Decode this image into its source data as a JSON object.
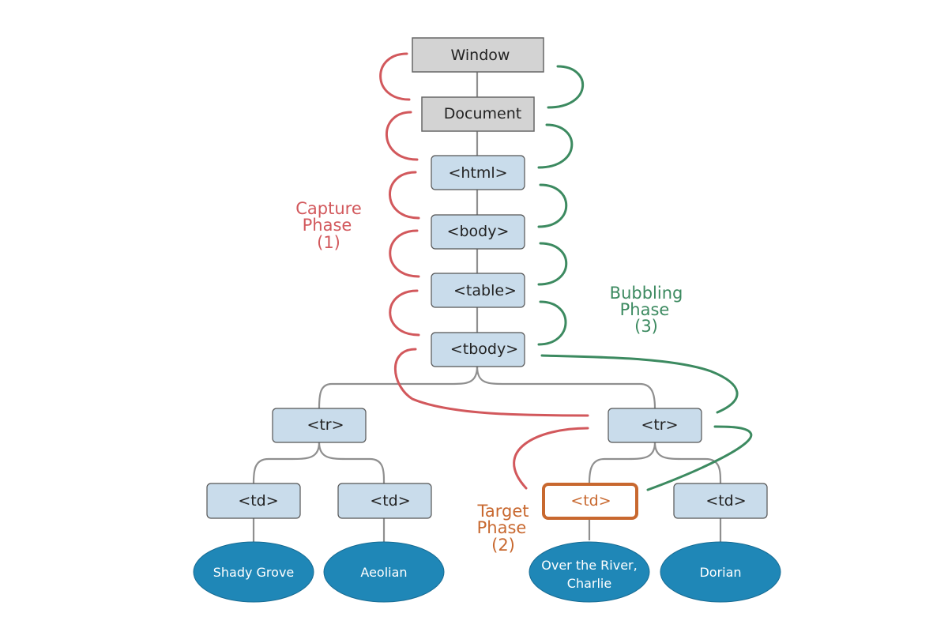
{
  "nodes": {
    "window": "Window",
    "document": "Document",
    "html": "<html>",
    "body": "<body>",
    "table": "<table>",
    "tbody": "<tbody>",
    "tr_left": "<tr>",
    "tr_right": "<tr>",
    "td_1": "<td>",
    "td_2": "<td>",
    "td_target": "<td>",
    "td_4": "<td>"
  },
  "leaves": {
    "leaf_1": [
      "Shady Grove"
    ],
    "leaf_2": [
      "Aeolian"
    ],
    "leaf_3": [
      "Over the River,",
      "Charlie"
    ],
    "leaf_4": [
      "Dorian"
    ]
  },
  "phases": {
    "capture": [
      "Capture",
      "Phase",
      "(1)"
    ],
    "target": [
      "Target",
      "Phase",
      "(2)"
    ],
    "bubbling": [
      "Bubbling",
      "Phase",
      "(3)"
    ]
  },
  "colors": {
    "capture": "#d2585c",
    "bubbling": "#3c8a60",
    "target": "#c8682f",
    "node_fill": "#c9dceb",
    "root_fill": "#d3d3d3",
    "leaf_fill": "#1f87b7"
  }
}
